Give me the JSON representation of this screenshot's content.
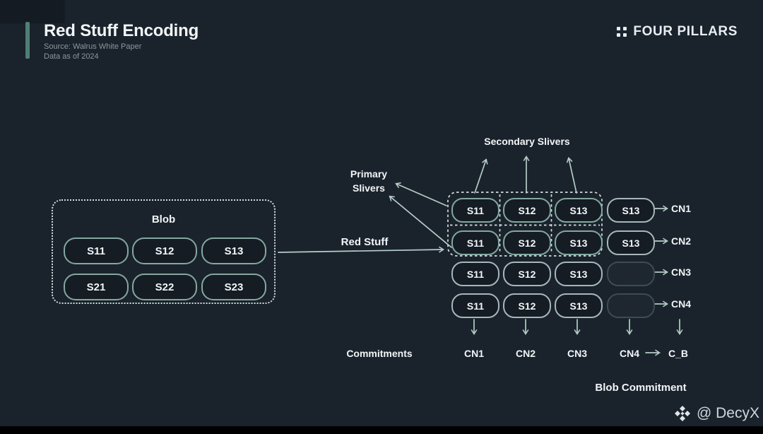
{
  "colors": {
    "bg": "#1a222b",
    "accent": "#4e8076",
    "text": "#f2f6f7",
    "muted": "#8d979e",
    "dash": "#d5dedc",
    "arrow": "#b6ccc6",
    "pill-teal": "#84a79f",
    "pill-light": "#a6b7ba",
    "pill-faint": "#3d4b54",
    "bottom-bar": "#000000"
  },
  "header": {
    "title": "Red Stuff Encoding",
    "source": "Source: Walrus White Paper",
    "data_as_of": "Data as of 2024",
    "brand": "FOUR PILLARS"
  },
  "diagram": {
    "blob": {
      "label": "Blob",
      "rows": [
        [
          "S11",
          "S12",
          "S13"
        ],
        [
          "S21",
          "S22",
          "S23"
        ]
      ]
    },
    "red_stuff_label": "Red Stuff",
    "primary_slivers": {
      "line1": "Primary",
      "line2": "Slivers"
    },
    "secondary_slivers_label": "Secondary Slivers",
    "matrix": {
      "cells": [
        [
          "S11",
          "S12",
          "S13"
        ],
        [
          "S11",
          "S12",
          "S13"
        ],
        [
          "S11",
          "S12",
          "S13"
        ],
        [
          "S11",
          "S12",
          "S13"
        ]
      ],
      "extra_column": [
        "S13",
        "S13",
        "",
        ""
      ],
      "cn_labels": [
        "CN1",
        "CN2",
        "CN3",
        "CN4"
      ]
    },
    "commitments_label": "Commitments",
    "commitment_nodes": [
      "CN1",
      "CN2",
      "CN3",
      "CN4"
    ],
    "blob_commitment_value": "C_B",
    "blob_commitment_label": "Blob Commitment"
  },
  "watermark": {
    "handle": "@ DecyX"
  }
}
